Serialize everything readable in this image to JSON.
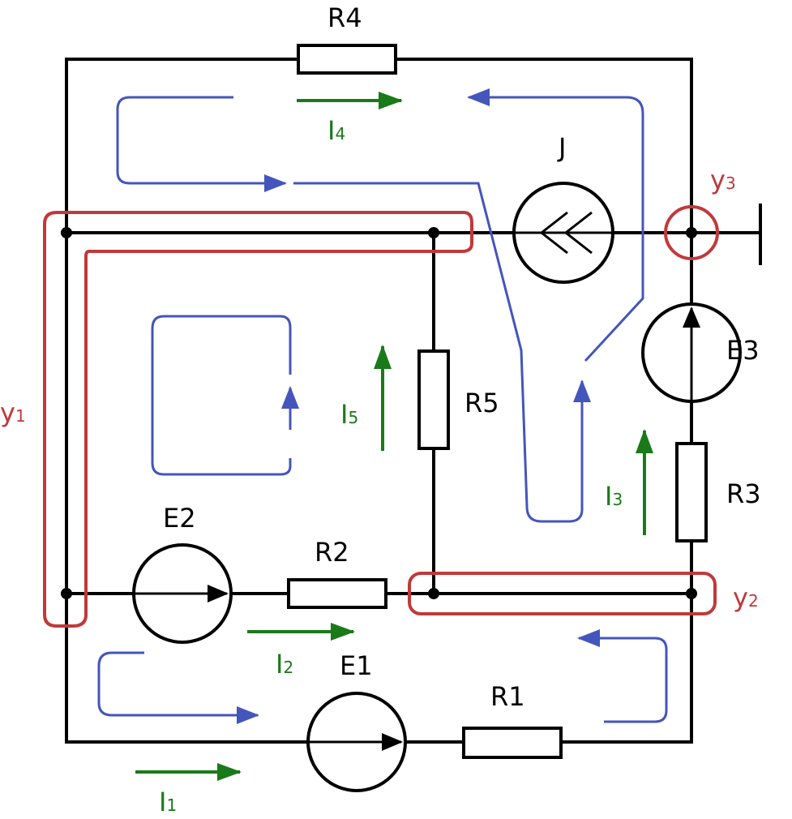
{
  "components": {
    "R1": "R1",
    "R2": "R2",
    "R3": "R3",
    "R4": "R4",
    "R5": "R5",
    "E1": "E1",
    "E2": "E2",
    "E3": "E3",
    "J": "J"
  },
  "currents": [
    {
      "id": "I1",
      "main": "I",
      "sub": "1"
    },
    {
      "id": "I2",
      "main": "I",
      "sub": "2"
    },
    {
      "id": "I3",
      "main": "I",
      "sub": "3"
    },
    {
      "id": "I4",
      "main": "I",
      "sub": "4"
    },
    {
      "id": "I5",
      "main": "I",
      "sub": "5"
    }
  ],
  "nodes": [
    {
      "id": "y1",
      "main": "y",
      "sub": "1"
    },
    {
      "id": "y2",
      "main": "y",
      "sub": "2"
    },
    {
      "id": "y3",
      "main": "y",
      "sub": "3"
    }
  ],
  "colors": {
    "wire": "#000000",
    "current_arrow": "#1a7a1a",
    "loop_arrow": "#4455bb",
    "node_marker": "#c0393b"
  }
}
